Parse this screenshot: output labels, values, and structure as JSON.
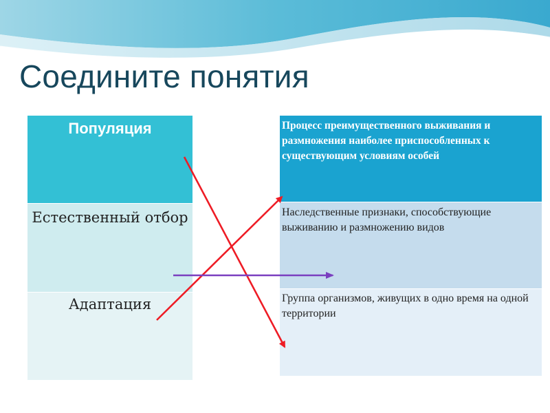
{
  "slide": {
    "title": "Соедините понятия"
  },
  "concepts": [
    {
      "label": "Популяция"
    },
    {
      "label": "Естественный отбор"
    },
    {
      "label": "Адаптация"
    }
  ],
  "definitions": [
    {
      "text": "Процесс преимущественного выживания и размножения наиболее приспособленных к существующим условиям особей"
    },
    {
      "text": "Наследственные признаки, способствующие выживанию и размножению видов"
    },
    {
      "text": "Группа организмов, живущих в одно время на одной территории"
    }
  ],
  "colors": {
    "title": "#17475c",
    "arrow_red": "#ee1c25",
    "arrow_purple": "#7a3fbf",
    "header_cell_left": "#33c0d5",
    "header_cell_right": "#1aa3d0"
  }
}
